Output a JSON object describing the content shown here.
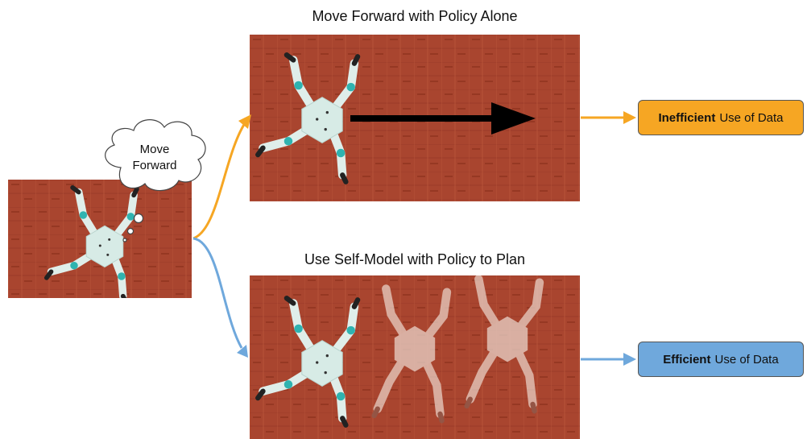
{
  "top": {
    "title": "Move Forward with Policy Alone"
  },
  "bottom": {
    "title": "Use Self-Model with Policy to Plan"
  },
  "thought": {
    "line1": "Move",
    "line2": "Forward"
  },
  "results": {
    "inefficient": {
      "bold": "Inefficient",
      "rest": "Use of Data",
      "color": "#f6a623"
    },
    "efficient": {
      "bold": "Efficient",
      "rest": "Use of Data",
      "color": "#6fa8dc"
    }
  },
  "colors": {
    "floor": "#a9452f",
    "orange_arrow": "#f6a623",
    "blue_arrow": "#6fa8dc"
  }
}
